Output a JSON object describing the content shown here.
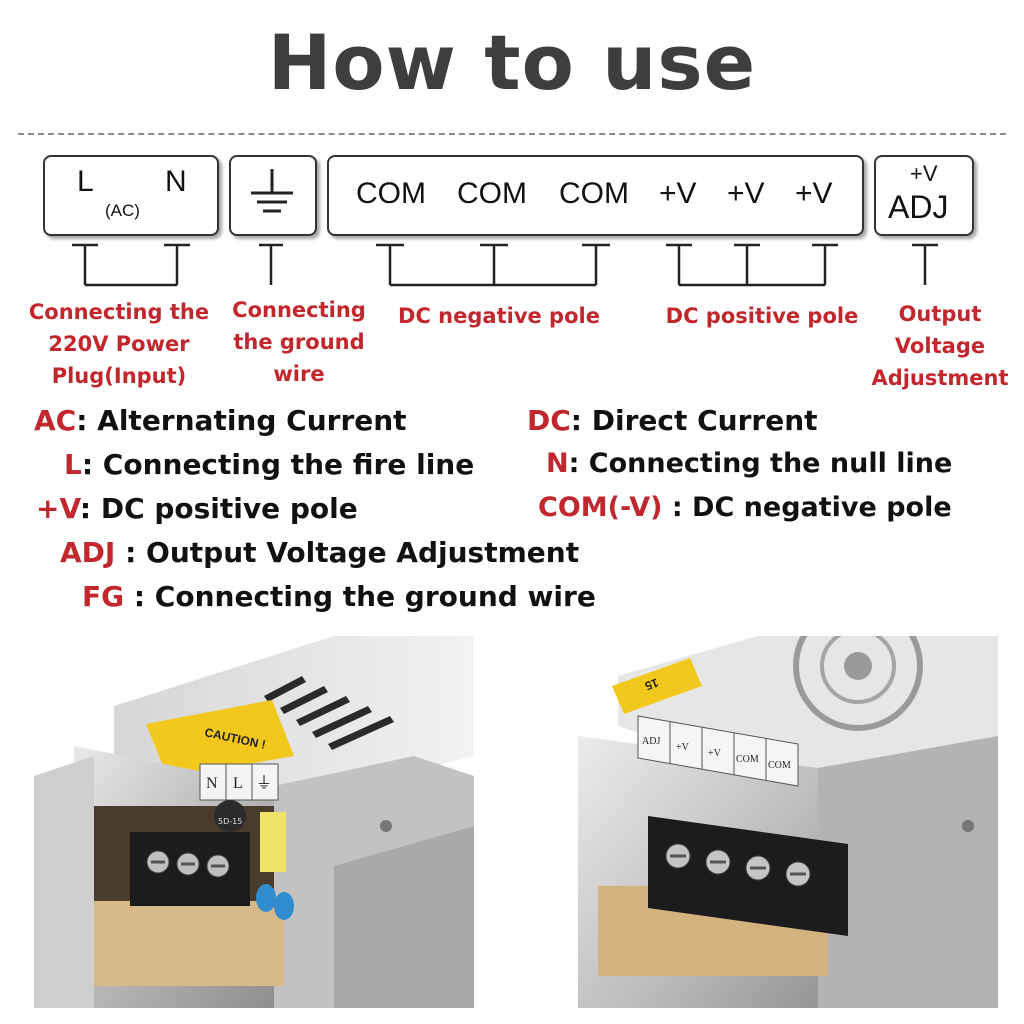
{
  "title": "How to use",
  "terminals": {
    "ac_box": {
      "L": "L",
      "N": "N",
      "ac": "(AC)"
    },
    "dc_box": [
      "COM",
      "COM",
      "COM",
      "+V",
      "+V",
      "+V"
    ],
    "adj_box": {
      "top": "+V",
      "bottom": "ADJ"
    }
  },
  "labels": {
    "input": [
      "Connecting the",
      "220V Power",
      "Plug(Input)"
    ],
    "ground": [
      "Connecting",
      "the ground",
      "wire"
    ],
    "dc_negative": "DC negative pole",
    "dc_positive": "DC positive pole",
    "adjust": [
      "Output",
      "Voltage",
      "Adjustment"
    ]
  },
  "legend": {
    "ac": {
      "key": "AC",
      "text": ": Alternating Current"
    },
    "dc": {
      "key": "DC",
      "text": ": Direct Current"
    },
    "l": {
      "key": "L",
      "text": ": Connecting the fire line"
    },
    "n": {
      "key": "N",
      "text": ": Connecting the null line"
    },
    "pv": {
      "key": "+V",
      "text": ": DC positive pole"
    },
    "com": {
      "key": "COM(-V)",
      "text": " : DC negative pole"
    },
    "adj": {
      "key": "ADJ",
      "text": " : Output Voltage Adjustment"
    },
    "fg": {
      "key": "FG",
      "text": " : Connecting the ground wire"
    }
  },
  "photos": {
    "left": {
      "caution": "CAUTION !",
      "terminals": [
        "N",
        "L",
        "⏚"
      ],
      "part": "5D-15"
    },
    "right": {
      "terminals": [
        "ADJ",
        "+V",
        "+V",
        "COM",
        "COM"
      ],
      "tag": "15"
    }
  },
  "colors": {
    "accent_red": "#c1272d",
    "title_gray": "#3e3e3e"
  }
}
